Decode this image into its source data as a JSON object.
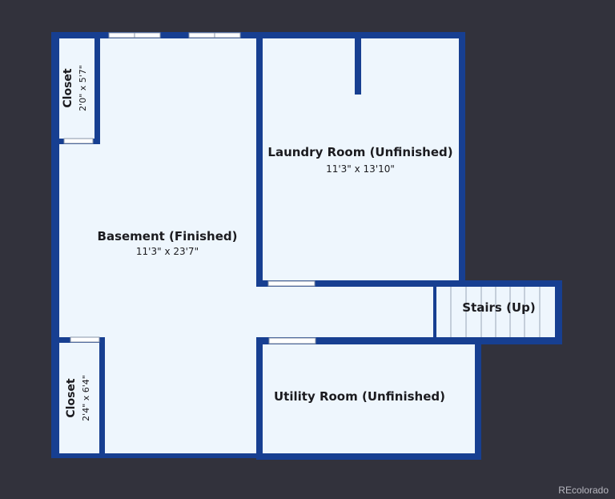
{
  "rooms": {
    "basement": {
      "name": "Basement (Finished)",
      "dims": "11'3\" x 23'7\""
    },
    "laundry": {
      "name": "Laundry Room (Unfinished)",
      "dims": "11'3\" x 13'10\""
    },
    "utility": {
      "name": "Utility Room (Unfinished)",
      "dims": ""
    },
    "stairs": {
      "name": "Stairs (Up)"
    },
    "closet_top": {
      "name": "Closet",
      "dims": "2'0\" x 5'7\""
    },
    "closet_bottom": {
      "name": "Closet",
      "dims": "2'4\" x 6'4\""
    }
  },
  "colors": {
    "wall": "#173f91",
    "floor": "#eef6fd",
    "background": "#32323c"
  },
  "watermark": "REcolorado"
}
